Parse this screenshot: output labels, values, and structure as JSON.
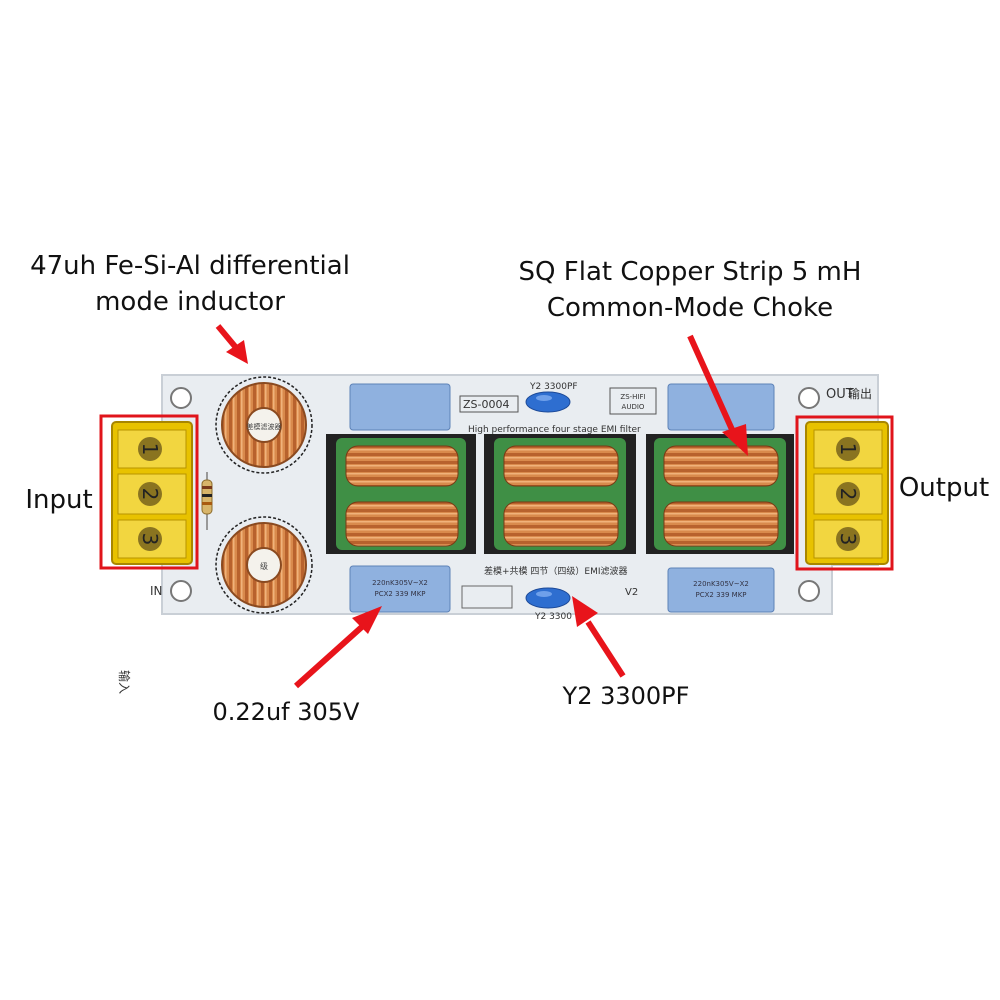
{
  "callouts": {
    "inductor": {
      "line1": "47uh Fe-Si-Al differential",
      "line2": "mode inductor"
    },
    "choke": {
      "line1": "SQ Flat Copper Strip 5 mH",
      "line2": "Common-Mode Choke"
    },
    "input": "Input",
    "output": "Output",
    "cap_x": "0.22uf 305V",
    "cap_y": "Y2 3300PF"
  },
  "board": {
    "model": "ZS-0004",
    "y2_top": "Y2 3300PF",
    "y2_bottom": "Y2 3300",
    "brand_line1": "ZS-HIFI",
    "brand_line2": "AUDIO",
    "subtitle": "High performance four stage  EMI filter",
    "cn_title": "差模+共模 四节（四级）EMI滤波器",
    "version": "V2",
    "in_cn": "输入",
    "in_en": "IN",
    "out_cn": "输出",
    "out_en": "OUT",
    "coil_text_cn": "差模滤波器",
    "coil_text_grade": "级",
    "cap_label_1": "220nK305V~X2",
    "cap_label_2": "PCX2 339  MKP",
    "terminal_numbers": [
      "1",
      "2",
      "3"
    ]
  },
  "colors": {
    "pcb": "#e9edf1",
    "copper": "#c8703a",
    "terminal": "#e8c200",
    "capacitor": "#8fb1df",
    "highlight_box": "#e0141b",
    "arrow": "#e8141b",
    "choke_core": "#3f8f45"
  }
}
